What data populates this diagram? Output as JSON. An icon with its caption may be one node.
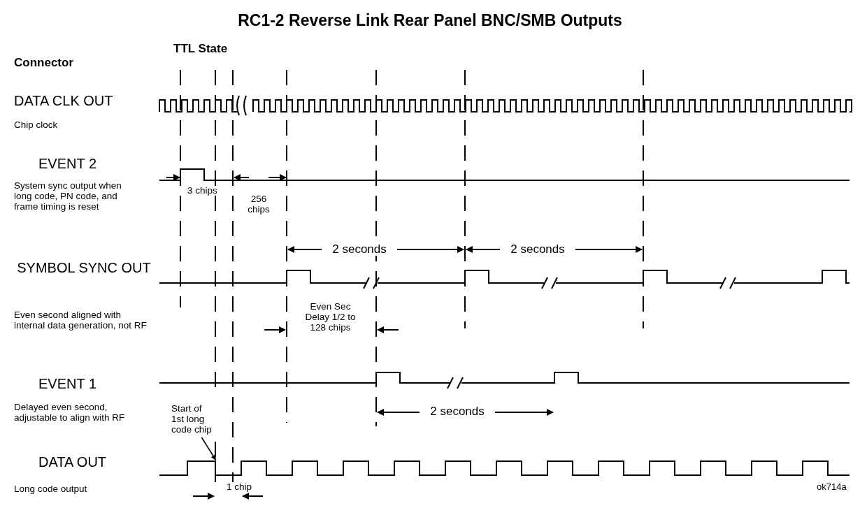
{
  "diagram": {
    "title": "RC1-2 Reverse Link Rear Panel BNC/SMB Outputs",
    "nodes": [
      {
        "text": [
          "Start of 1st long code chip"
        ]
      },
      {
        "text": [],
        "shape": "picture"
      }
    ],
    "edges": [
      {
        "from": 0,
        "to": 1,
        "arrow": "to"
      }
    ],
    "labels": [
      "Connector",
      "TTL State",
      "DATA CLK OUT",
      "Chip clock",
      "EVENT 2",
      "System sync output when long code, PN code, and frame timing is reset",
      "3 chips",
      "256 chips",
      "2 seconds",
      "2 seconds",
      "SYMBOL SYNC OUT",
      "Even second aligned with internal data generation, not RF",
      "Even Sec Delay 1/2 to 128 chips",
      "EVENT 1",
      "Delayed even second, adjustable to align with RF",
      "2 seconds",
      "DATA OUT",
      "Long code output",
      "1 chip",
      "ok714a"
    ]
  }
}
